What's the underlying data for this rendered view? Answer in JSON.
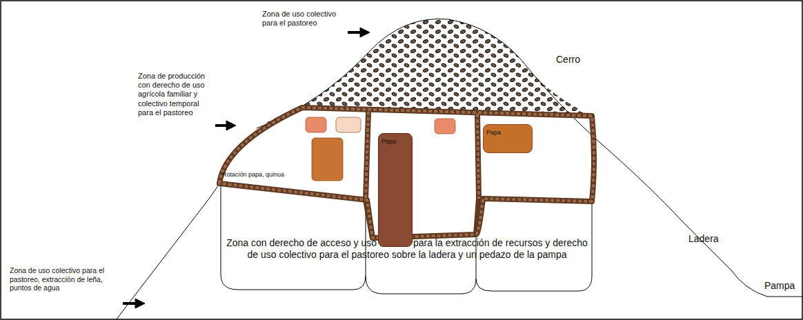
{
  "diagram": {
    "nodes": [
      {
        "text": [
          "Papa"
        ]
      },
      {
        "text": [
          "Papa"
        ]
      }
    ],
    "labels": [
      "Zona de uso colectivo para el pastoreo",
      "Cerro",
      "Zona de producción con derecho de uso agrícola familiar y colectivo temporal para el pastoreo",
      "Rotación papa, quinua",
      "Zona con derecho de acceso y uso familiar para la extracción de recursos y derecho de uso colectivo para el pastoreo sobre la ladera y un pedazo de la pampa",
      "Ladera",
      "Pampa",
      "Zona de uso colectivo para el pastoreo, extracción de leña, puntos de agua"
    ]
  }
}
